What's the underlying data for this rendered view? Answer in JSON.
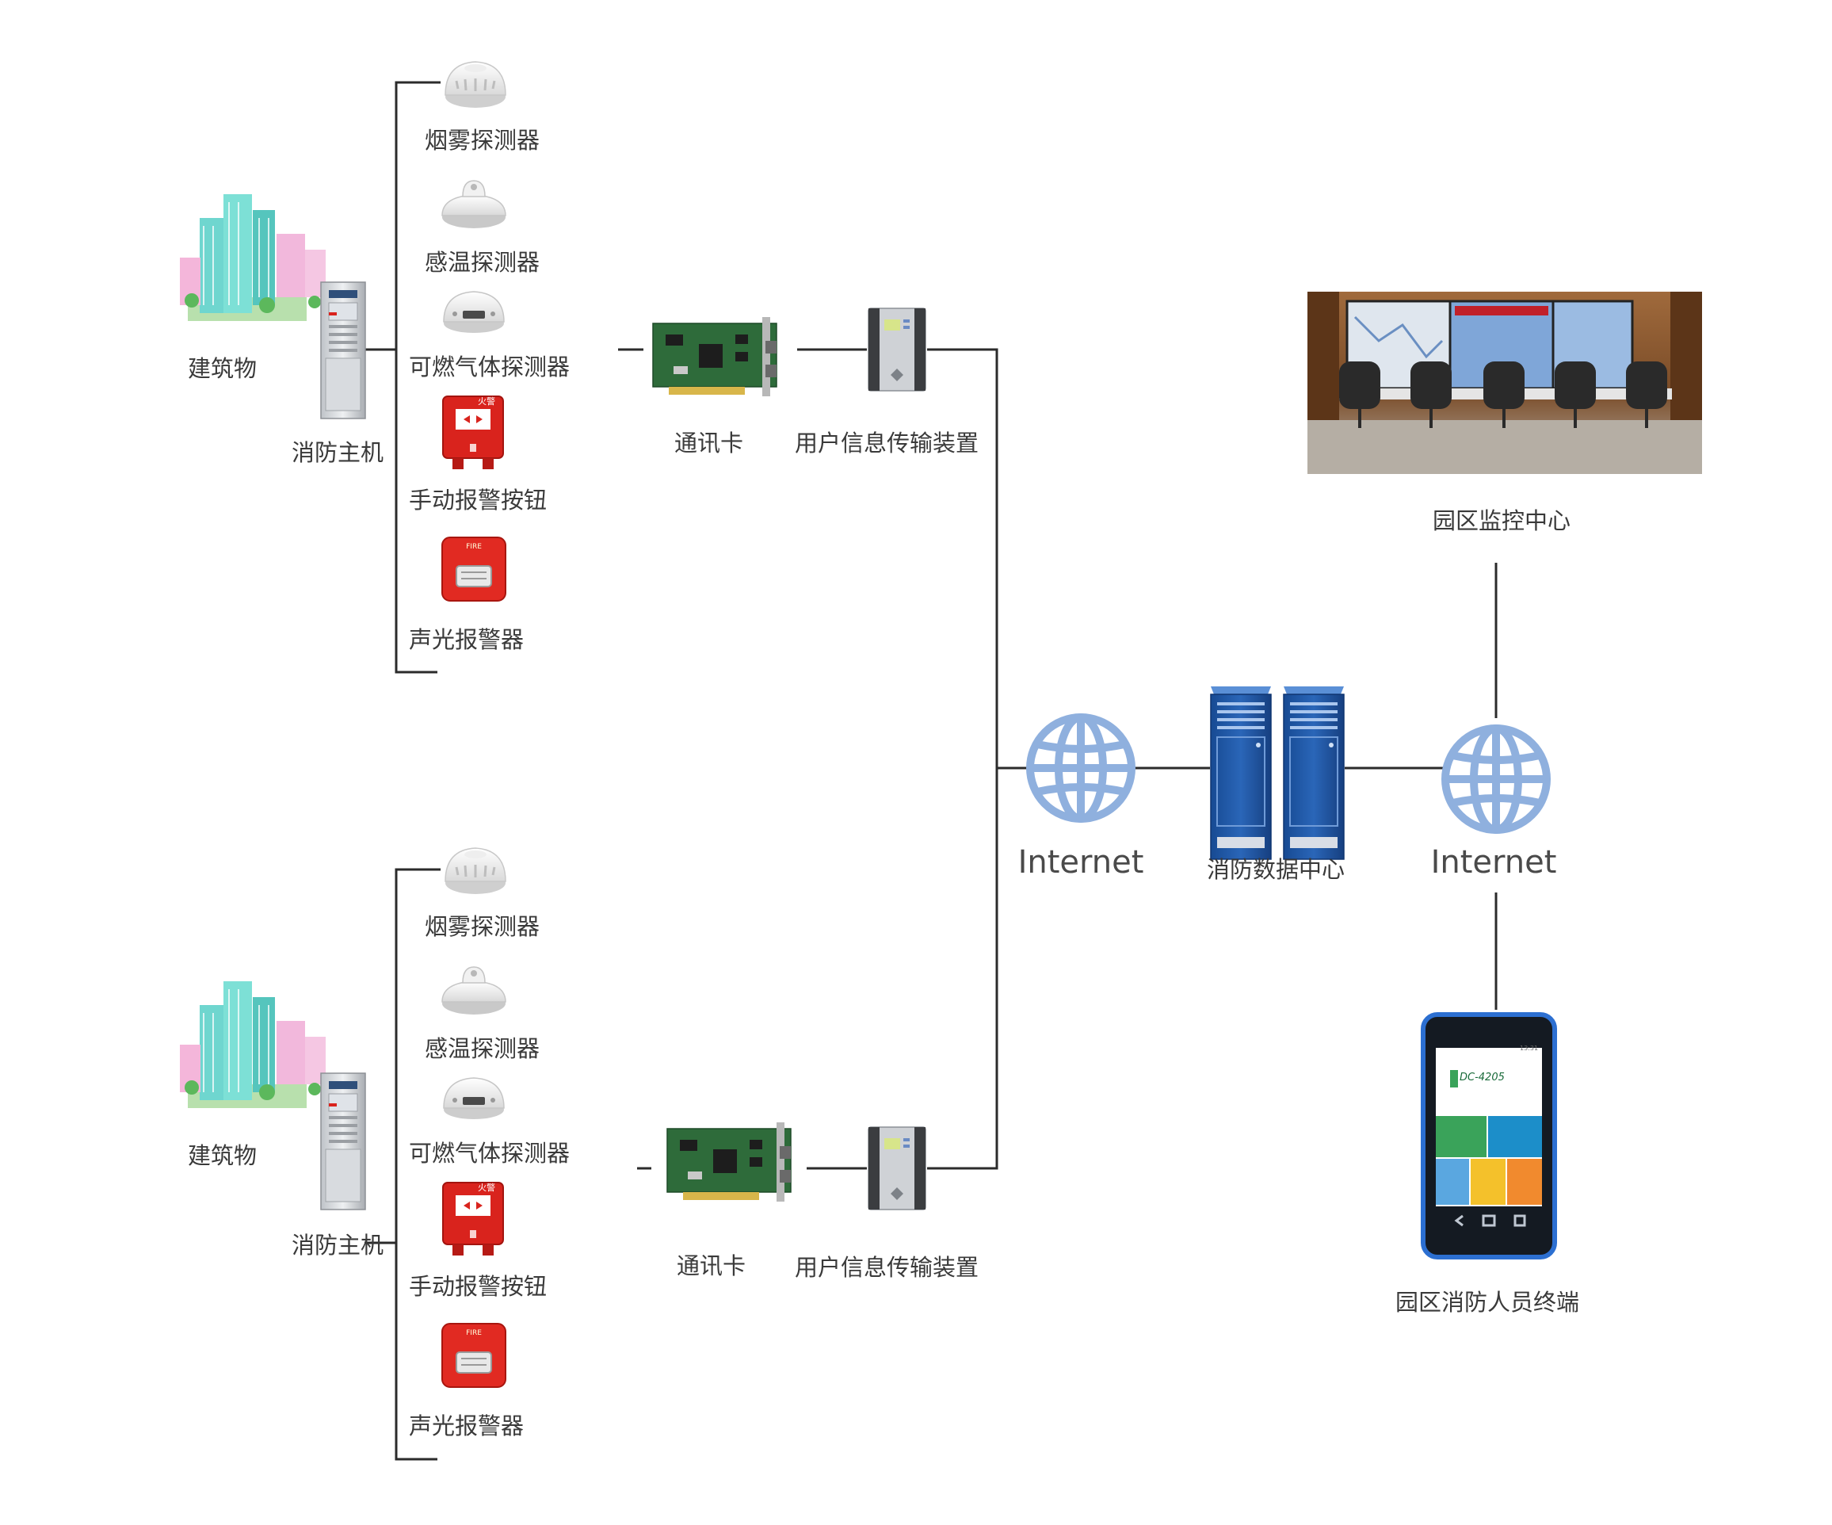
{
  "units": [
    {
      "building_label": "建筑物",
      "host_label": "消防主机",
      "devices": [
        {
          "label": "烟雾探测器",
          "icon": "smoke-detector-icon"
        },
        {
          "label": "感温探测器",
          "icon": "heat-detector-icon"
        },
        {
          "label": "可燃气体探测器",
          "icon": "gas-detector-icon"
        },
        {
          "label": "手动报警按钮",
          "icon": "manual-alarm-button-icon"
        },
        {
          "label": "声光报警器",
          "icon": "strobe-siren-icon"
        }
      ],
      "card_label": "通讯卡",
      "transmitter_label": "用户信息传输装置"
    },
    {
      "building_label": "建筑物",
      "host_label": "消防主机",
      "devices": [
        {
          "label": "烟雾探测器",
          "icon": "smoke-detector-icon"
        },
        {
          "label": "感温探测器",
          "icon": "heat-detector-icon"
        },
        {
          "label": "可燃气体探测器",
          "icon": "gas-detector-icon"
        },
        {
          "label": "手动报警按钮",
          "icon": "manual-alarm-button-icon"
        },
        {
          "label": "声光报警器",
          "icon": "strobe-siren-icon"
        }
      ],
      "card_label": "通讯卡",
      "transmitter_label": "用户信息传输装置"
    }
  ],
  "internet_left_label": "Internet",
  "data_center_label": "消防数据中心",
  "internet_right_label": "Internet",
  "monitor_center_label": "园区监控中心",
  "terminal_label": "园区消防人员终端",
  "phone_screen": {
    "brand": "DC-4205",
    "status_time": "13:31"
  },
  "colors": {
    "line": "#2b2b2b",
    "globe": "#8fb0de",
    "server": "#1f56a6",
    "alarm_red": "#d9231d",
    "pcb_green": "#2e6b3a"
  }
}
